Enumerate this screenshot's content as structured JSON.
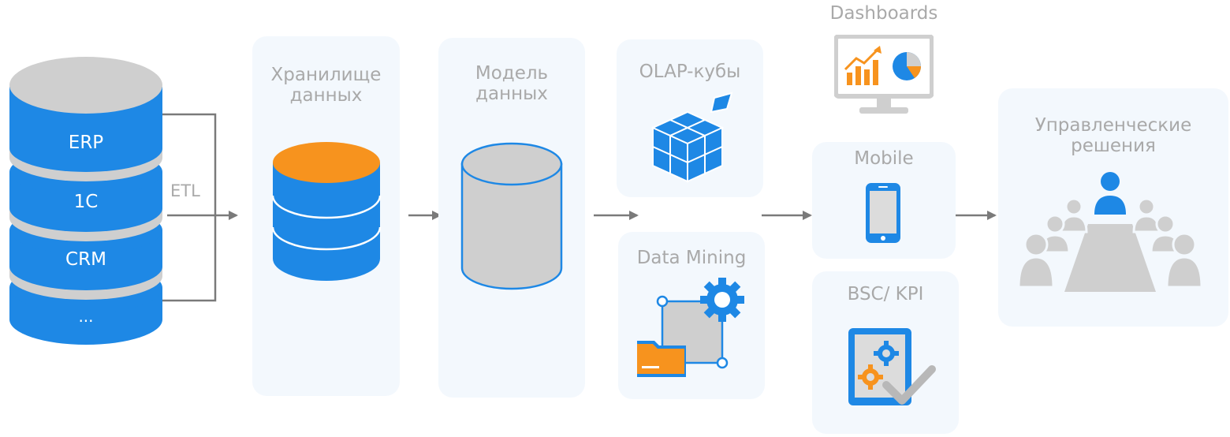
{
  "sources": {
    "items": [
      {
        "label": "ERP"
      },
      {
        "label": "1С"
      },
      {
        "label": "CRM"
      },
      {
        "label": "..."
      }
    ],
    "etl_label": "ETL"
  },
  "stages": {
    "warehouse": {
      "title": "Хранилище\nданных"
    },
    "model": {
      "title": "Модель\nданных"
    },
    "olap": {
      "title": "OLAP-кубы"
    },
    "mining": {
      "title": "Data Mining"
    },
    "dashboards": {
      "title": "Dashboards"
    },
    "mobile": {
      "title": "Mobile"
    },
    "bsc": {
      "title": "BSC/ KPI"
    },
    "decisions": {
      "title": "Управленческие\nрешения"
    }
  },
  "colors": {
    "blue": "#1e88e5",
    "orange": "#f7931e",
    "gray": "#cfcfcf",
    "panel": "#f3f8fd",
    "arrow": "#7a7a7a",
    "title": "#a9a9a9"
  }
}
